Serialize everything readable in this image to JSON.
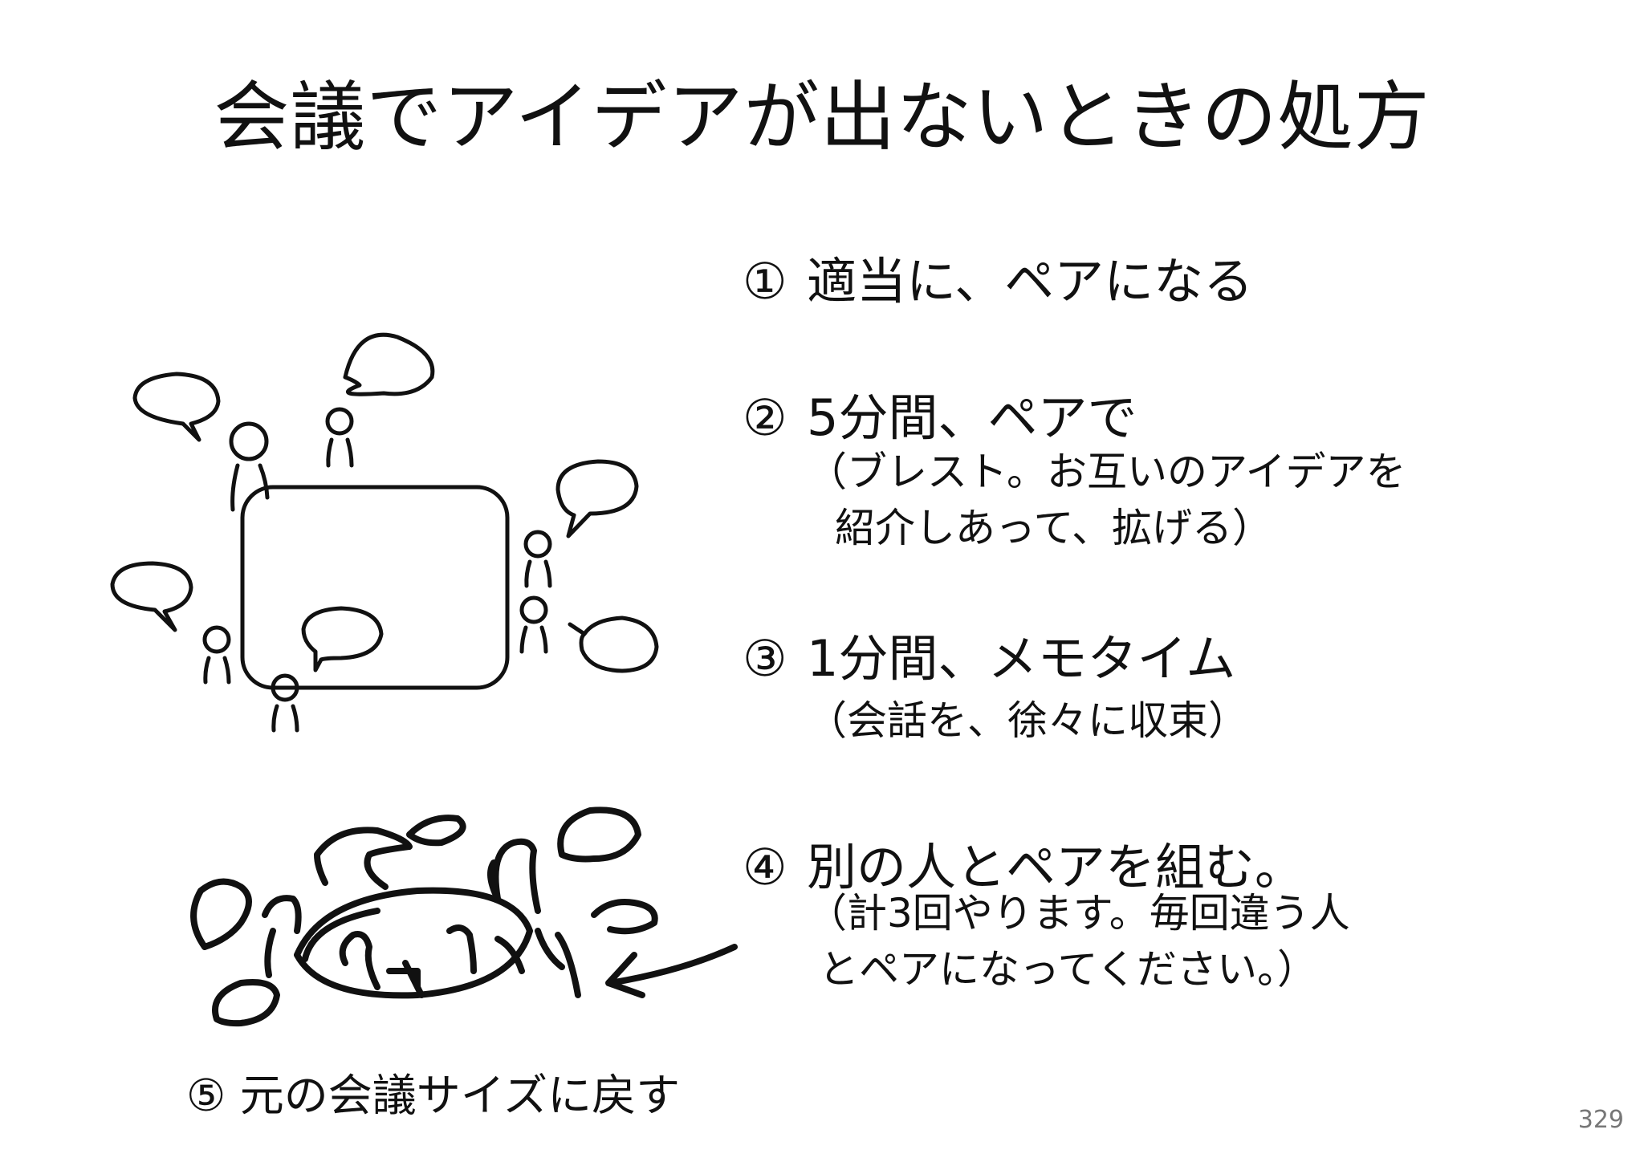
{
  "title": "会議でアイデアが出ないときの処方",
  "steps": [
    {
      "number": "①",
      "heading": "適当に、ペアになる"
    },
    {
      "number": "②",
      "heading": "5分間、ペアで",
      "note_lines": [
        "（ブレスト。お互いのアイデアを",
        "紹介しあって、拡げる）"
      ]
    },
    {
      "number": "③",
      "heading": "1分間、メモタイム",
      "note_lines": [
        "（会話を、徐々に収束）"
      ]
    },
    {
      "number": "④",
      "heading": "別の人とペアを組む。",
      "note_lines": [
        "（計3回やります。毎回違う人",
        "とペアになってください。）"
      ]
    }
  ],
  "step5": {
    "number": "⑤",
    "label": "元の会議サイズに戻す"
  },
  "page_number": "329"
}
